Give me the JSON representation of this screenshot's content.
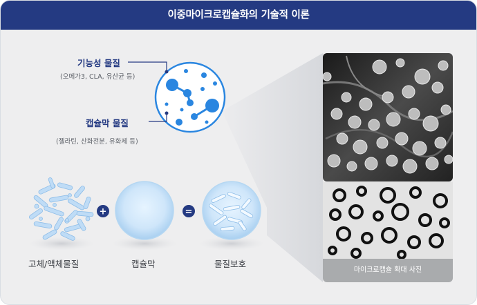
{
  "title": "이중마이크로캡슐화의 기술적 이론",
  "labels": {
    "functional_material": "기능성 물질",
    "functional_examples": "(오메가3, CLA, 유산균 등)",
    "capsule_material": "캡슐막 물질",
    "capsule_examples": "(젤라틴, 산화전분, 유화제 등)"
  },
  "equation": {
    "items": [
      "고체/액체물질",
      "캡슐막",
      "물질보호"
    ],
    "operators": [
      "+",
      "="
    ]
  },
  "photo": {
    "caption": "마이크로캡슐 확대 사진"
  },
  "colors": {
    "navy": "#243a82",
    "accent_blue": "#2a86e0"
  }
}
